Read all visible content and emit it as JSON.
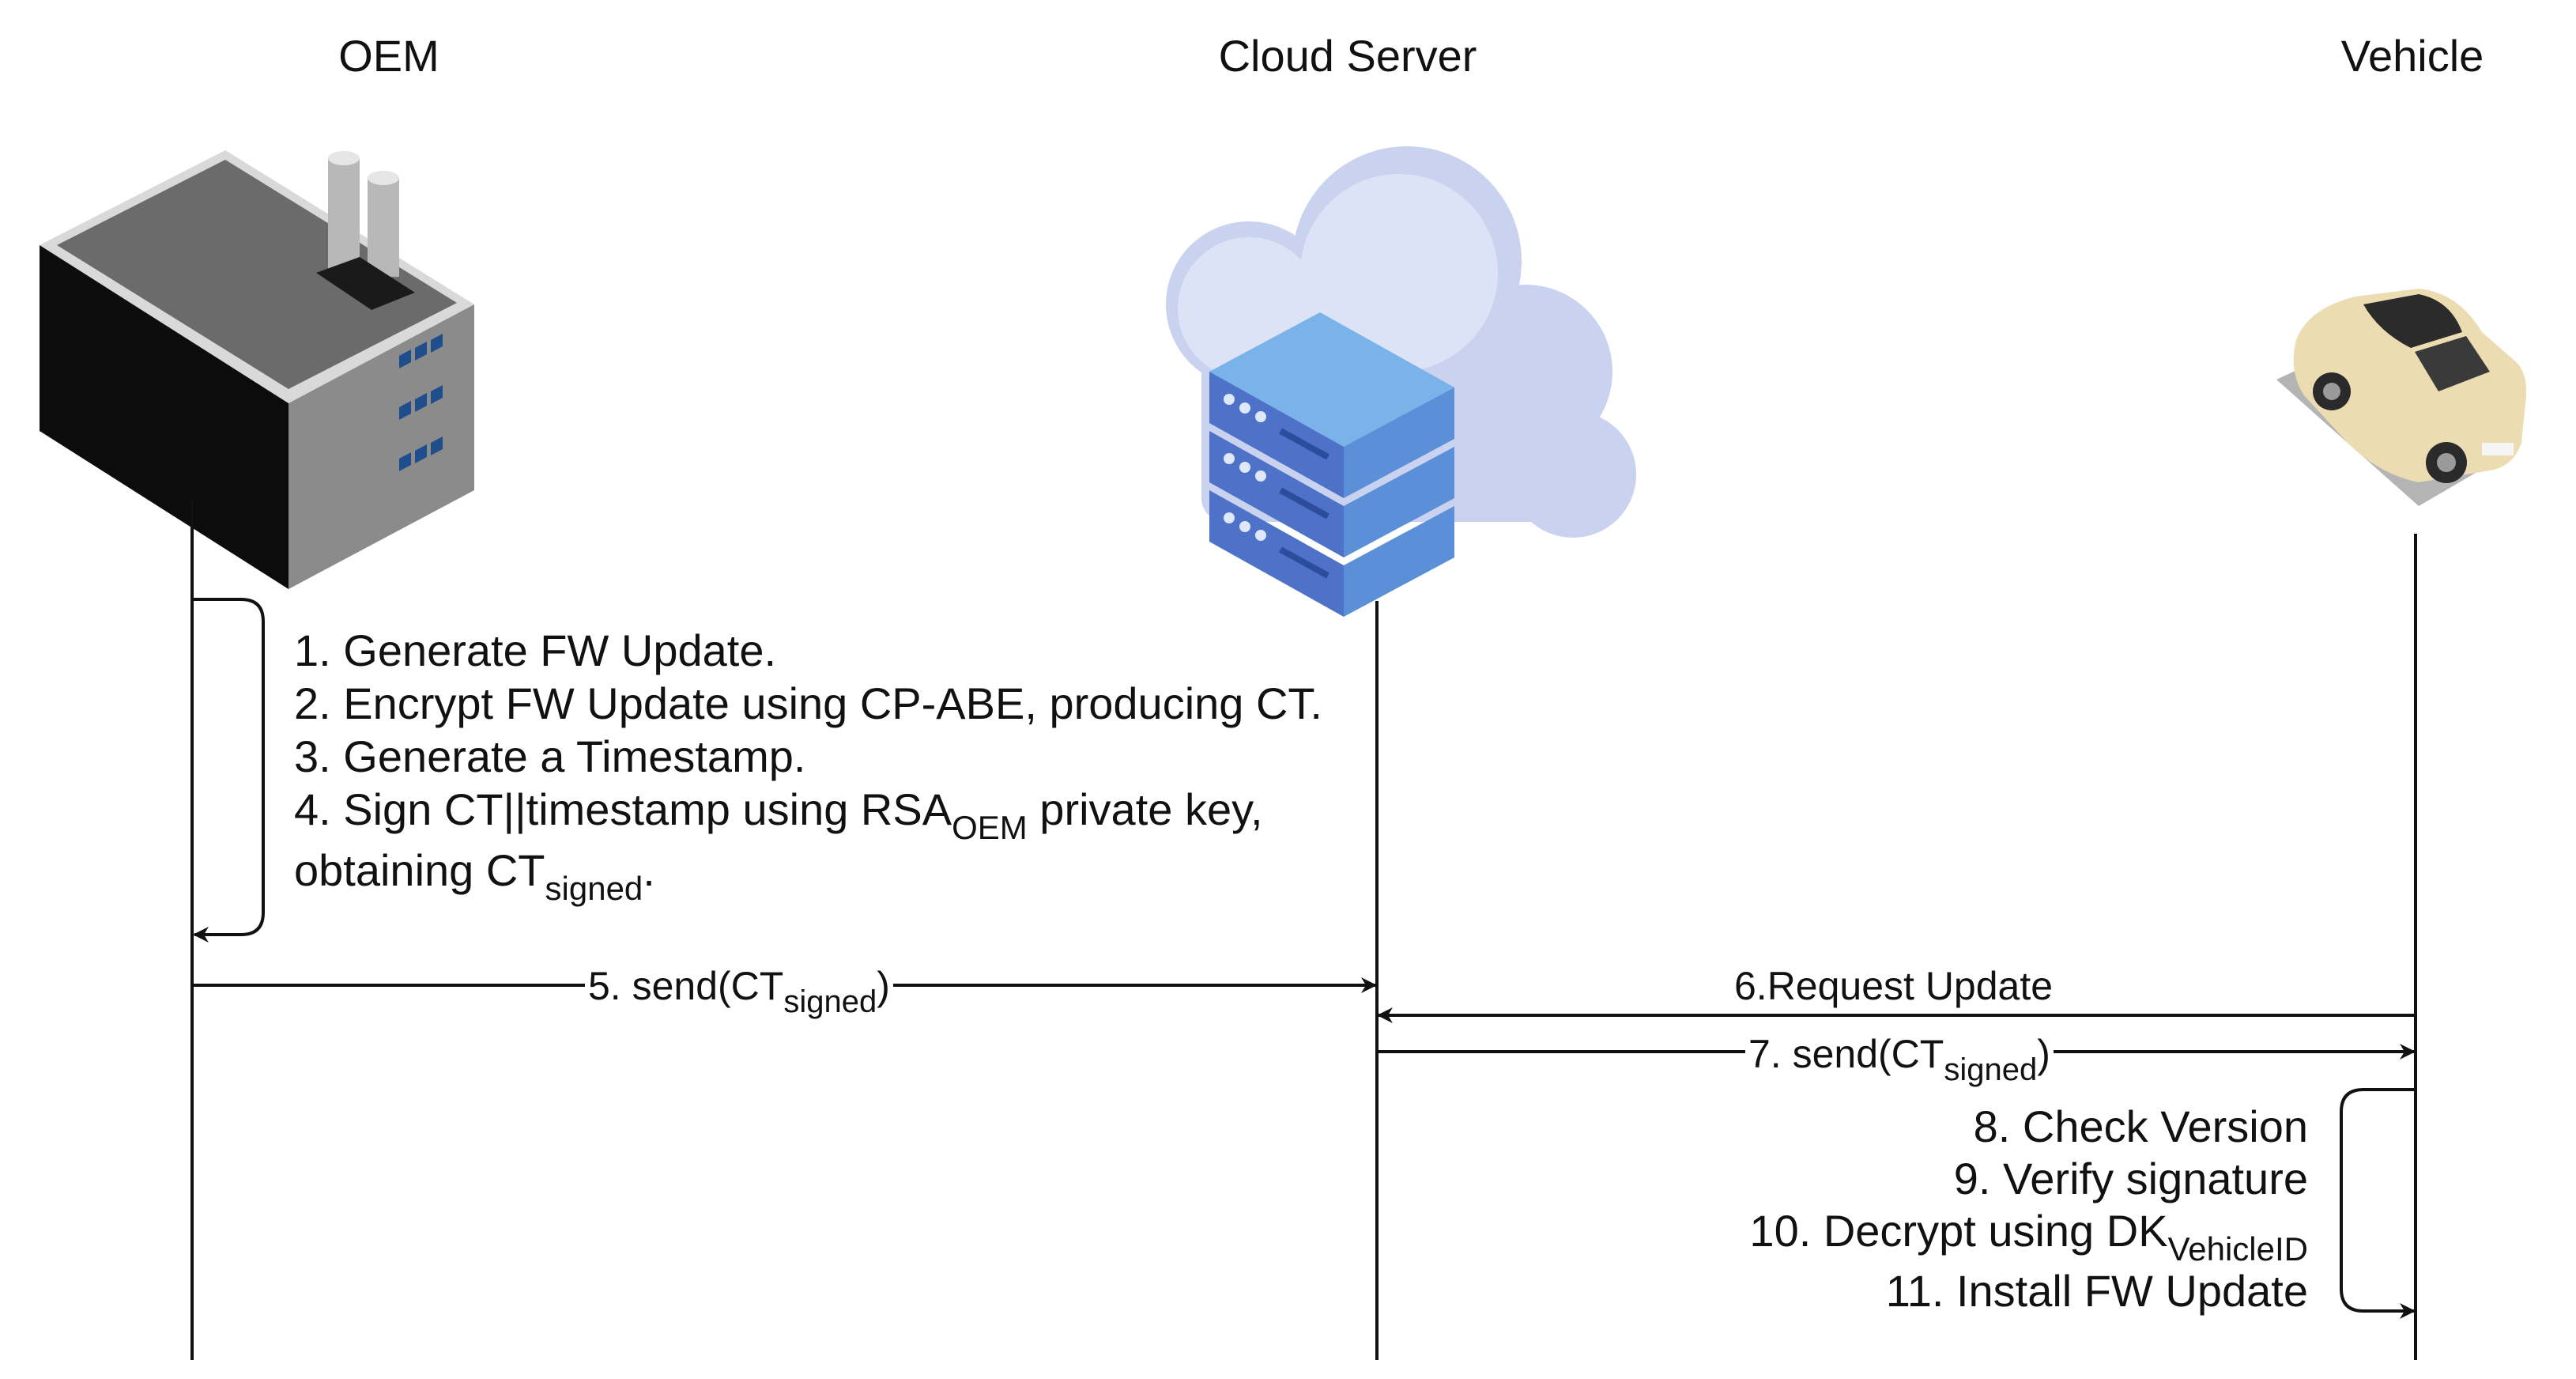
{
  "actors": {
    "oem": {
      "label": "OEM",
      "icon": "factory-icon"
    },
    "cloud": {
      "label": "Cloud Server",
      "icon": "cloud-server-icon"
    },
    "vehicle": {
      "label": "Vehicle",
      "icon": "car-icon"
    }
  },
  "oem_steps": [
    {
      "text": "1. Generate FW Update."
    },
    {
      "text": "2. Encrypt FW Update using CP-ABE, producing CT."
    },
    {
      "text": "3. Generate a Timestamp."
    },
    {
      "text": "4. Sign CT||timestamp using RSA",
      "sub": "OEM",
      "after": " private key,"
    },
    {
      "text": "obtaining CT",
      "sub": "signed",
      "after": "."
    }
  ],
  "messages": {
    "m5": {
      "text": "5. send(CT",
      "sub": "signed",
      "after": ")"
    },
    "m6": {
      "text": "6.Request Update"
    },
    "m7": {
      "text": "7. send(CT",
      "sub": "signed",
      "after": ")"
    }
  },
  "vehicle_steps": [
    {
      "text": "8. Check Version"
    },
    {
      "text": "9. Verify signature"
    },
    {
      "text": "10. Decrypt using DK",
      "sub": "VehicleID",
      "after": ""
    },
    {
      "text": "11. Install FW Update"
    }
  ],
  "colors": {
    "line": "#111111",
    "cloud": "#c9d2ee",
    "server_front": "#5b8fd8",
    "server_top": "#7ab2ea",
    "server_side": "#3f63b8",
    "car_body": "#ecdcb2"
  }
}
